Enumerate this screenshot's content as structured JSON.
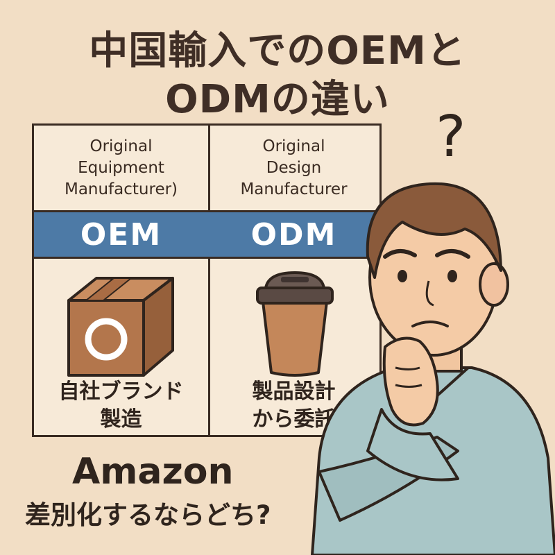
{
  "title_line1": "中国輸入でのOEMと",
  "title_line2": "ODMの違い",
  "oem": {
    "full_name_lines": [
      "Original",
      "Equipment",
      "Manufacturer)"
    ],
    "acronym": "OEM",
    "box_letter": "O",
    "desc_line1": "自社ブランド",
    "desc_line2": "製造"
  },
  "odm": {
    "full_name_lines": [
      "Original",
      "Design",
      "Manufacturer"
    ],
    "acronym": "ODM",
    "desc_line1": "製品設計",
    "desc_line2": "から委託"
  },
  "question_mark": "?",
  "bottom_line1": "Amazon",
  "bottom_line2": "差別化するならどち?",
  "colors": {
    "background": "#f2dec5",
    "band_blue": "#4d7aa6",
    "box_brown": "#b3764c",
    "cup_brown": "#c4875a",
    "shirt": "#a9c6c7"
  },
  "icons": [
    "cardboard-box-icon",
    "coffee-cup-icon",
    "thinking-man-illustration"
  ]
}
